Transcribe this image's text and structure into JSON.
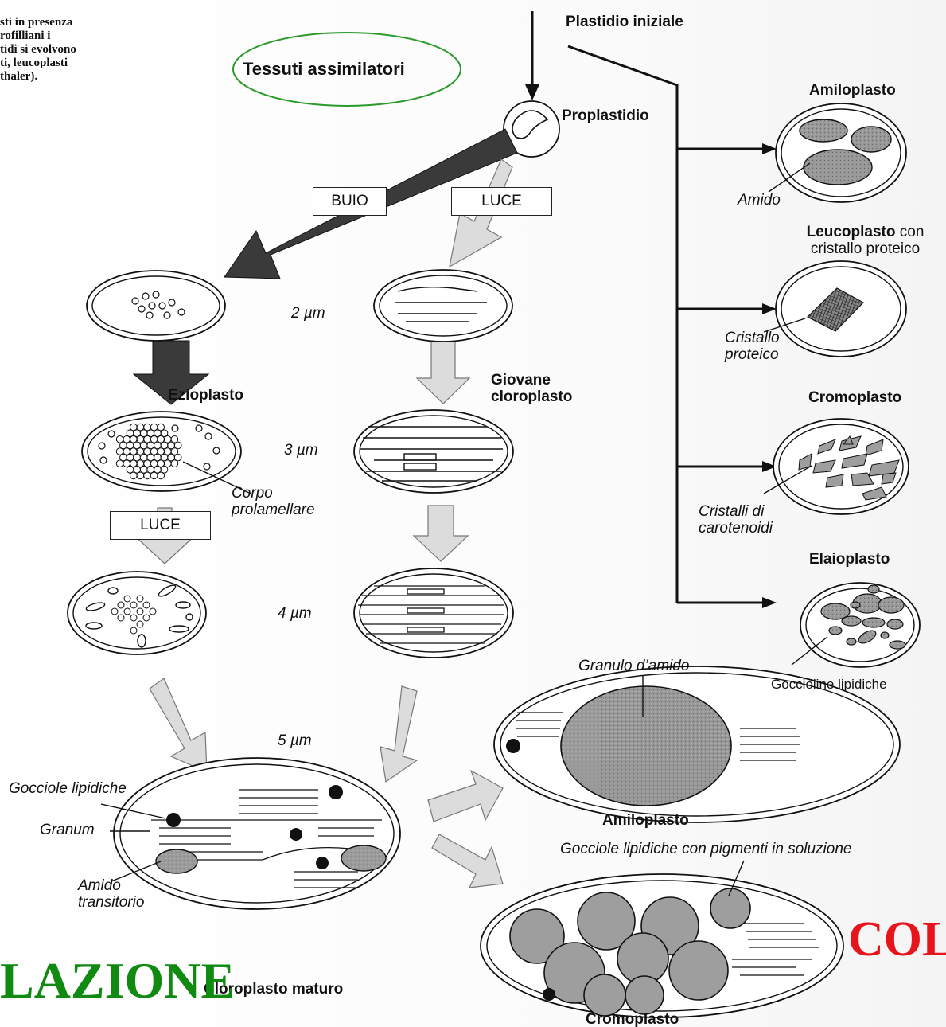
{
  "margin_text": {
    "line1": "sti in presenza",
    "line2": "rofilliani i",
    "line3": "tidi si evolvono",
    "line4": "ti, leucoplasti",
    "line5": "thaler)."
  },
  "labels": {
    "tessuti": "Tessuti assimilatori",
    "plastidio_iniziale": "Plastidio iniziale",
    "proplastidio": "Proplastidio",
    "buio": "BUIO",
    "luce_top": "LUCE",
    "luce_left": "LUCE",
    "size_2": "2 µm",
    "size_3": "3 µm",
    "size_4": "4 µm",
    "size_5": "5 µm",
    "ezioplasto": "Ezioplasto",
    "giovane_1": "Giovane",
    "giovane_2": "cloroplasto",
    "corpo_1": "Corpo",
    "corpo_2": "prolamellare",
    "gocciole_lipidiche": "Gocciole lipidiche",
    "granum": "Granum",
    "amido_tr_1": "Amido",
    "amido_tr_2": "transitorio",
    "cloroplasto_maturo": "Cloroplasto maturo",
    "amiloplasto_right": "Amiloplasto",
    "amido": "Amido",
    "leucoplasto": "Leucoplasto",
    "leucoplasto_con": " con",
    "cristallo_proteico_head": "cristallo proteico",
    "cristallo_1": "Cristallo",
    "cristallo_2": "proteico",
    "cromoplasto_right": "Cromoplasto",
    "cristalli_1": "Cristalli di",
    "cristalli_2": "carotenoidi",
    "elaioplasto": "Elaioplasto",
    "goccioline": "Goccioline lipidiche",
    "granulo": "Granulo d’amido",
    "amiloplasto_big": "Amiloplasto",
    "gocciole_pigmenti": "Gocciole lipidiche con pigmenti in soluzione",
    "cromoplasto_big": "Cromoplasto"
  },
  "overlay": {
    "lazione": "LAZIONE",
    "col": "COL"
  },
  "colors": {
    "green": "#118a11",
    "red": "#e8141b",
    "ink": "#111111",
    "fill_gray": "#9e9e9e",
    "arrow_gray": "#dcdcdc",
    "arrow_dark": "#3a3a3a",
    "ellipse_outline": "#2a9a2a"
  }
}
